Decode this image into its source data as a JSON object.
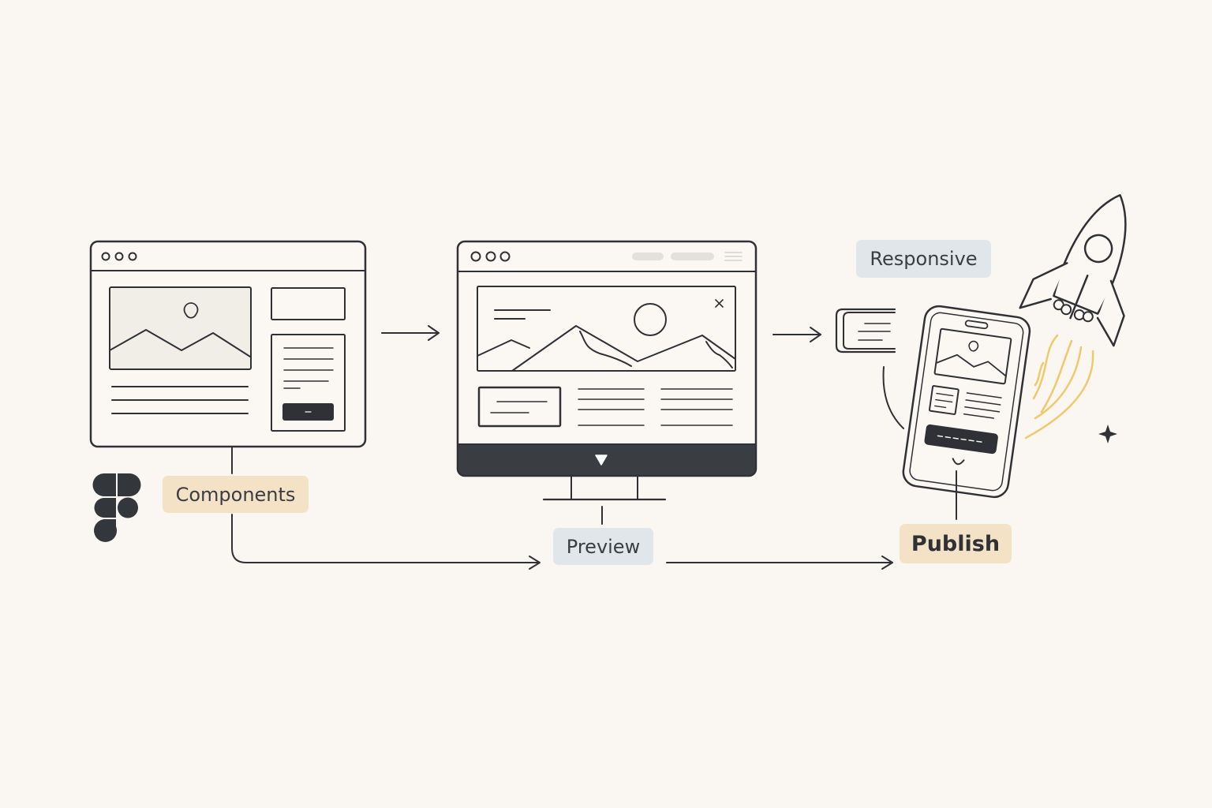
{
  "labels": {
    "components": "Components",
    "preview": "Preview",
    "responsive": "Responsive",
    "publish": "Publish"
  },
  "icons": [
    "figma-logo-icon",
    "rocket-icon",
    "sparkle-icon",
    "close-icon",
    "image-placeholder-icon",
    "sun-icon"
  ],
  "colors": {
    "background": "#faf6f1",
    "stroke": "#2f3136",
    "label_warm": "#f3e2c5",
    "label_cool": "#e1e6ea",
    "monitor_bezel": "#3a3d42",
    "rocket_flame": "#f0c96a"
  }
}
